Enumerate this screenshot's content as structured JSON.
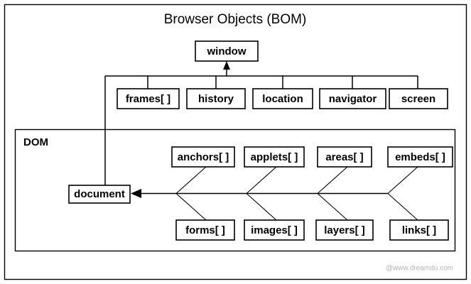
{
  "diagram": {
    "title": "Browser Objects (BOM)",
    "root_node": {
      "label": "window"
    },
    "bom_nodes": [
      {
        "label": "frames[ ]"
      },
      {
        "label": "history"
      },
      {
        "label": "location"
      },
      {
        "label": "navigator"
      },
      {
        "label": "screen"
      }
    ],
    "dom_panel": {
      "label": "DOM",
      "document_node": {
        "label": "document"
      },
      "upper_nodes": [
        {
          "label": "anchors[ ]"
        },
        {
          "label": "applets[ ]"
        },
        {
          "label": "areas[ ]"
        },
        {
          "label": "embeds[ ]"
        }
      ],
      "lower_nodes": [
        {
          "label": "forms[ ]"
        },
        {
          "label": "images[ ]"
        },
        {
          "label": "layers[ ]"
        },
        {
          "label": "links[ ]"
        }
      ]
    },
    "watermark": "@www.dreamdu.com",
    "colors": {
      "background": "#ffffff",
      "stroke": "#000000",
      "watermark": "#b4b4b4"
    }
  }
}
